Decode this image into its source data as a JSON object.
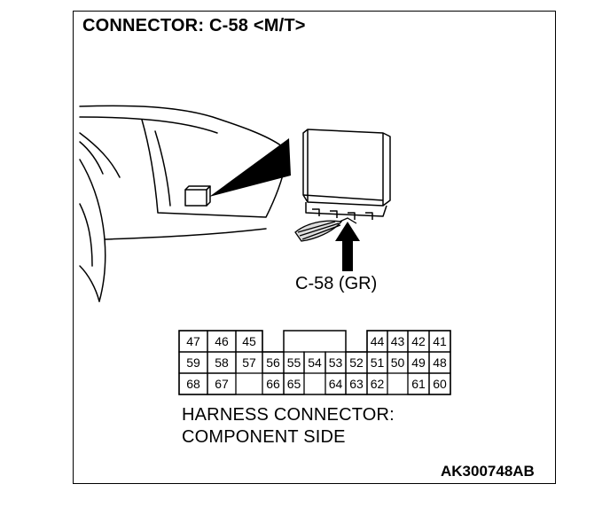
{
  "diagram": {
    "title": "CONNECTOR: C-58 <M/T>",
    "part_label": "C-58 (GR)",
    "caption_line1": "HARNESS CONNECTOR:",
    "caption_line2": "COMPONENT SIDE",
    "code": "AK300748AB"
  },
  "connector": {
    "rows": [
      [
        "47",
        "46",
        "45",
        "",
        "",
        "",
        "",
        "",
        "",
        "44",
        "43",
        "42",
        "41"
      ],
      [
        "59",
        "58",
        "57",
        "56",
        "55",
        "54",
        "53",
        "52",
        "51",
        "50",
        "49",
        "48"
      ],
      [
        "68",
        "67",
        "",
        "66",
        "65",
        "",
        "64",
        "63",
        "62",
        "",
        "61",
        "60"
      ]
    ]
  }
}
